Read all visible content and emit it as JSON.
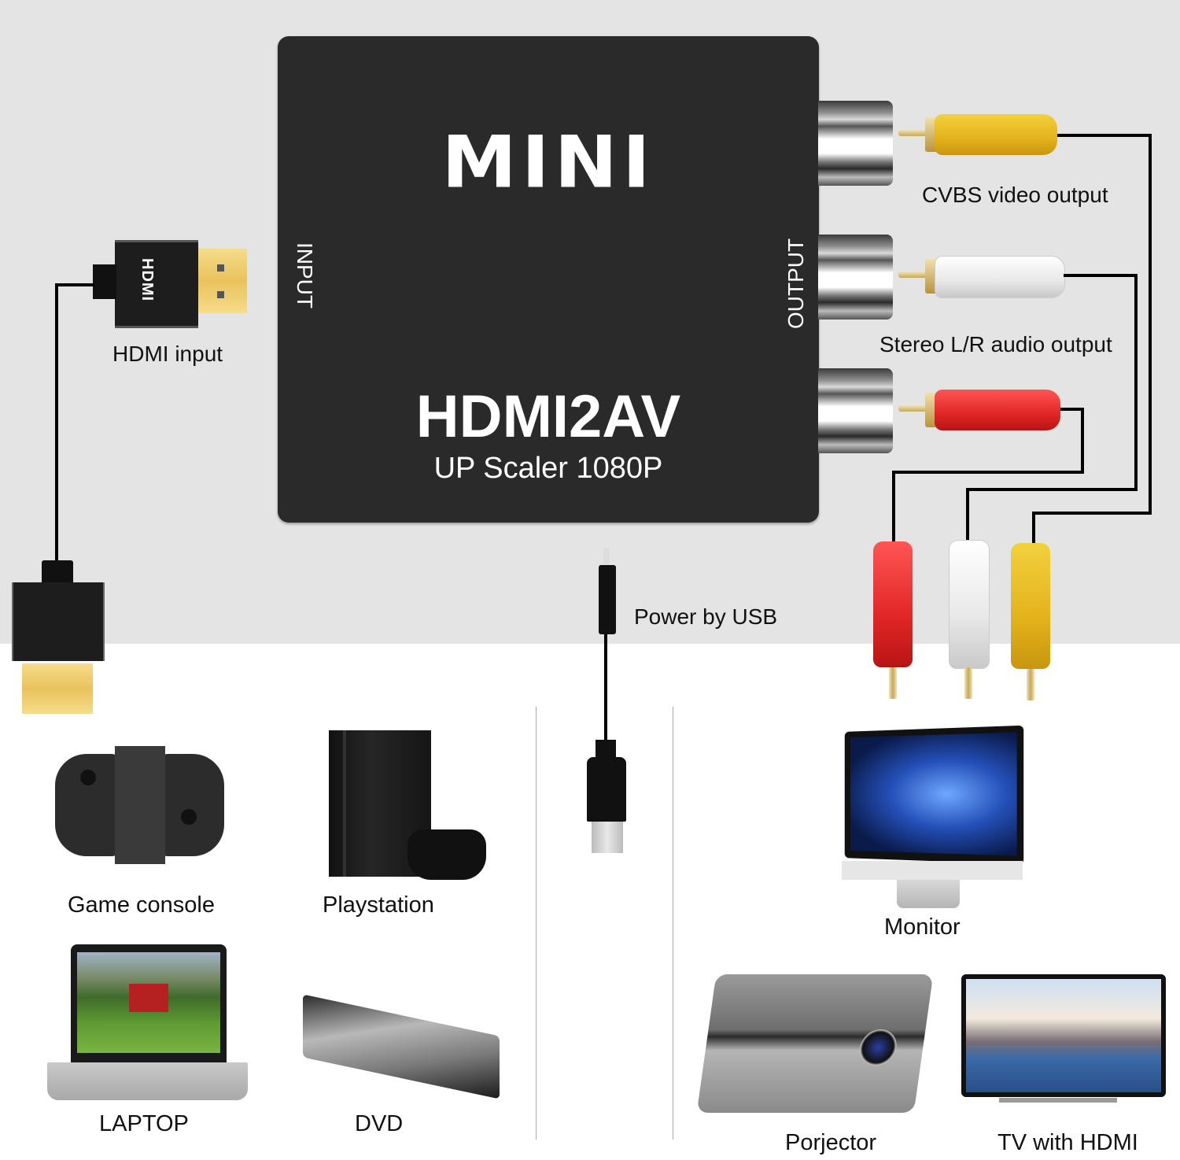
{
  "adapter": {
    "brand_text": "MINI",
    "model_text": "HDMI2AV",
    "subtitle_text": "UP Scaler 1080P",
    "input_side_label": "INPUT",
    "output_side_label": "OUTPUT",
    "body_color": "#2a2a2a"
  },
  "connections": {
    "hdmi_input_label": "HDMI input",
    "cvbs_label": "CVBS video output",
    "audio_label": "Stereo L/R audio output",
    "usb_label": "Power by USB",
    "rca_colors": {
      "yellow": "#e4b21b",
      "white": "#f0f0f0",
      "red": "#e12626"
    }
  },
  "sources": [
    {
      "label": "Game console",
      "icon": "game-console-icon"
    },
    {
      "label": "Playstation",
      "icon": "playstation-icon"
    },
    {
      "label": "LAPTOP",
      "icon": "laptop-icon"
    },
    {
      "label": "DVD",
      "icon": "dvd-player-icon"
    }
  ],
  "displays": [
    {
      "label": "Monitor",
      "icon": "monitor-icon"
    },
    {
      "label": "Porjector",
      "icon": "projector-icon"
    },
    {
      "label": "TV with HDMI",
      "icon": "tv-icon"
    }
  ],
  "background": {
    "top_band": "#e4e4e4",
    "bottom": "#ffffff"
  }
}
